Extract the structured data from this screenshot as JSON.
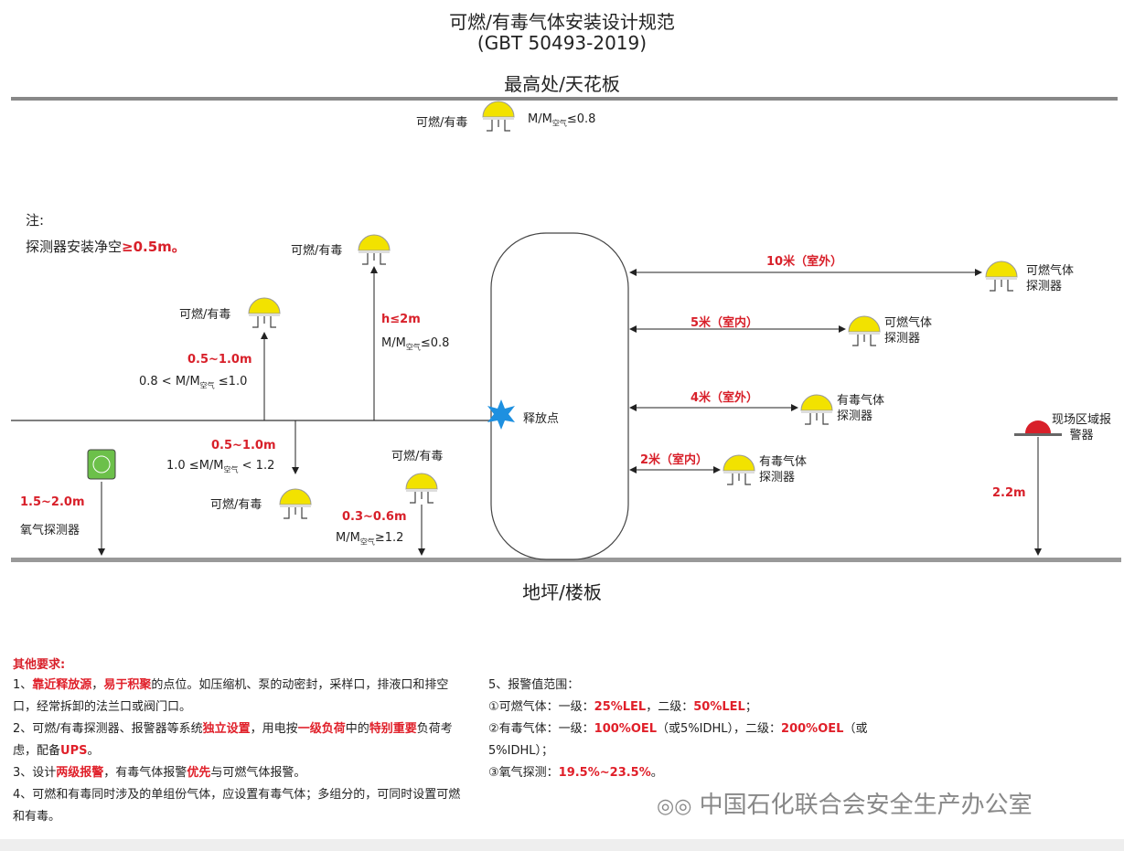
{
  "title": {
    "line1": "可燃/有毒气体安装设计规范",
    "line2": "(GBT 50493-2019)"
  },
  "ceiling_label": "最高处/天花板",
  "floor_label": "地坪/楼板",
  "note": {
    "head": "注:",
    "text": "探测器安装净空",
    "value": "≥0.5m。"
  },
  "ratio": {
    "pre": "M/M",
    "sub": "空气"
  },
  "labels": {
    "ceil_det": "可燃/有毒",
    "ceil_ratio": "≤0.8",
    "det_h2": "可燃/有毒",
    "h2": "h≤2m",
    "h2_ratio": "≤0.8",
    "det_a": "可燃/有毒",
    "a_dist": "0.5~1.0m",
    "a_ratio_pre": "0.8 < ",
    "a_ratio_post": " ≤1.0",
    "det_b": "可燃/有毒",
    "b_dist": "0.5~1.0m",
    "b_ratio_pre": "1.0 ≤",
    "b_ratio_post": " < 1.2",
    "det_c": "可燃/有毒",
    "c_dist": "0.3~0.6m",
    "c_ratio_post": "≥1.2",
    "oxy_dist": "1.5~2.0m",
    "oxy": "氧气探测器",
    "release": "释放点",
    "d10": "10米（室外）",
    "d5": "5米（室内）",
    "d4": "4米（室外）",
    "d2": "2米（室内）",
    "comb1": "可燃气体",
    "comb2": "探测器",
    "tox1": "有毒气体",
    "tox2": "探测器",
    "alarm1": "现场区域报",
    "alarm2": "警器",
    "alarm_h": "2.2m"
  },
  "requirements": {
    "head": "其他要求:",
    "items": [
      [
        {
          "t": "1、"
        },
        {
          "t": "靠近释放源",
          "r": 1
        },
        {
          "t": "，"
        },
        {
          "t": "易于积聚",
          "r": 1
        },
        {
          "t": "的点位。如压缩机、泵的动密封，采样口，排液口和排空口，经常拆卸的法兰口或阀门口。"
        }
      ],
      [
        {
          "t": "2、可燃/有毒探测器、报警器等系统"
        },
        {
          "t": "独立设置",
          "r": 1
        },
        {
          "t": "，用电按"
        },
        {
          "t": "一级负荷",
          "r": 1
        },
        {
          "t": "中的"
        },
        {
          "t": "特别重要",
          "r": 1
        },
        {
          "t": "负荷考虑，配备"
        },
        {
          "t": "UPS",
          "r": 1
        },
        {
          "t": "。"
        }
      ],
      [
        {
          "t": "3、设计"
        },
        {
          "t": "两级报警",
          "r": 1
        },
        {
          "t": "，有毒气体报警"
        },
        {
          "t": "优先",
          "r": 1
        },
        {
          "t": "与可燃气体报警。"
        }
      ],
      [
        {
          "t": "4、可燃和有毒同时涉及的单组份气体，应设置有毒气体；多组分的，可同时设置可燃和有毒。"
        }
      ]
    ],
    "alarm_items": [
      [
        {
          "t": "5、报警值范围："
        }
      ],
      [
        {
          "t": "①可燃气体：一级："
        },
        {
          "t": "25%LEL",
          "r": 1
        },
        {
          "t": "，二级："
        },
        {
          "t": "50%LEL",
          "r": 1
        },
        {
          "t": "；"
        }
      ],
      [
        {
          "t": "②有毒气体：一级："
        },
        {
          "t": "100%OEL",
          "r": 1
        },
        {
          "t": "（或5%IDHL），二级："
        },
        {
          "t": "200%OEL",
          "r": 1
        },
        {
          "t": "（或5%IDHL）；"
        }
      ],
      [
        {
          "t": "③氧气探测："
        },
        {
          "t": "19.5%~23.5%",
          "r": 1
        },
        {
          "t": "。"
        }
      ]
    ]
  },
  "watermark": "中国石化联合会安全生产办公室",
  "colors": {
    "red": "#d8202a",
    "yellow": "#f2e200",
    "line": "#555555",
    "star": "#1e90e0",
    "oxygen": "#6cc04a"
  }
}
